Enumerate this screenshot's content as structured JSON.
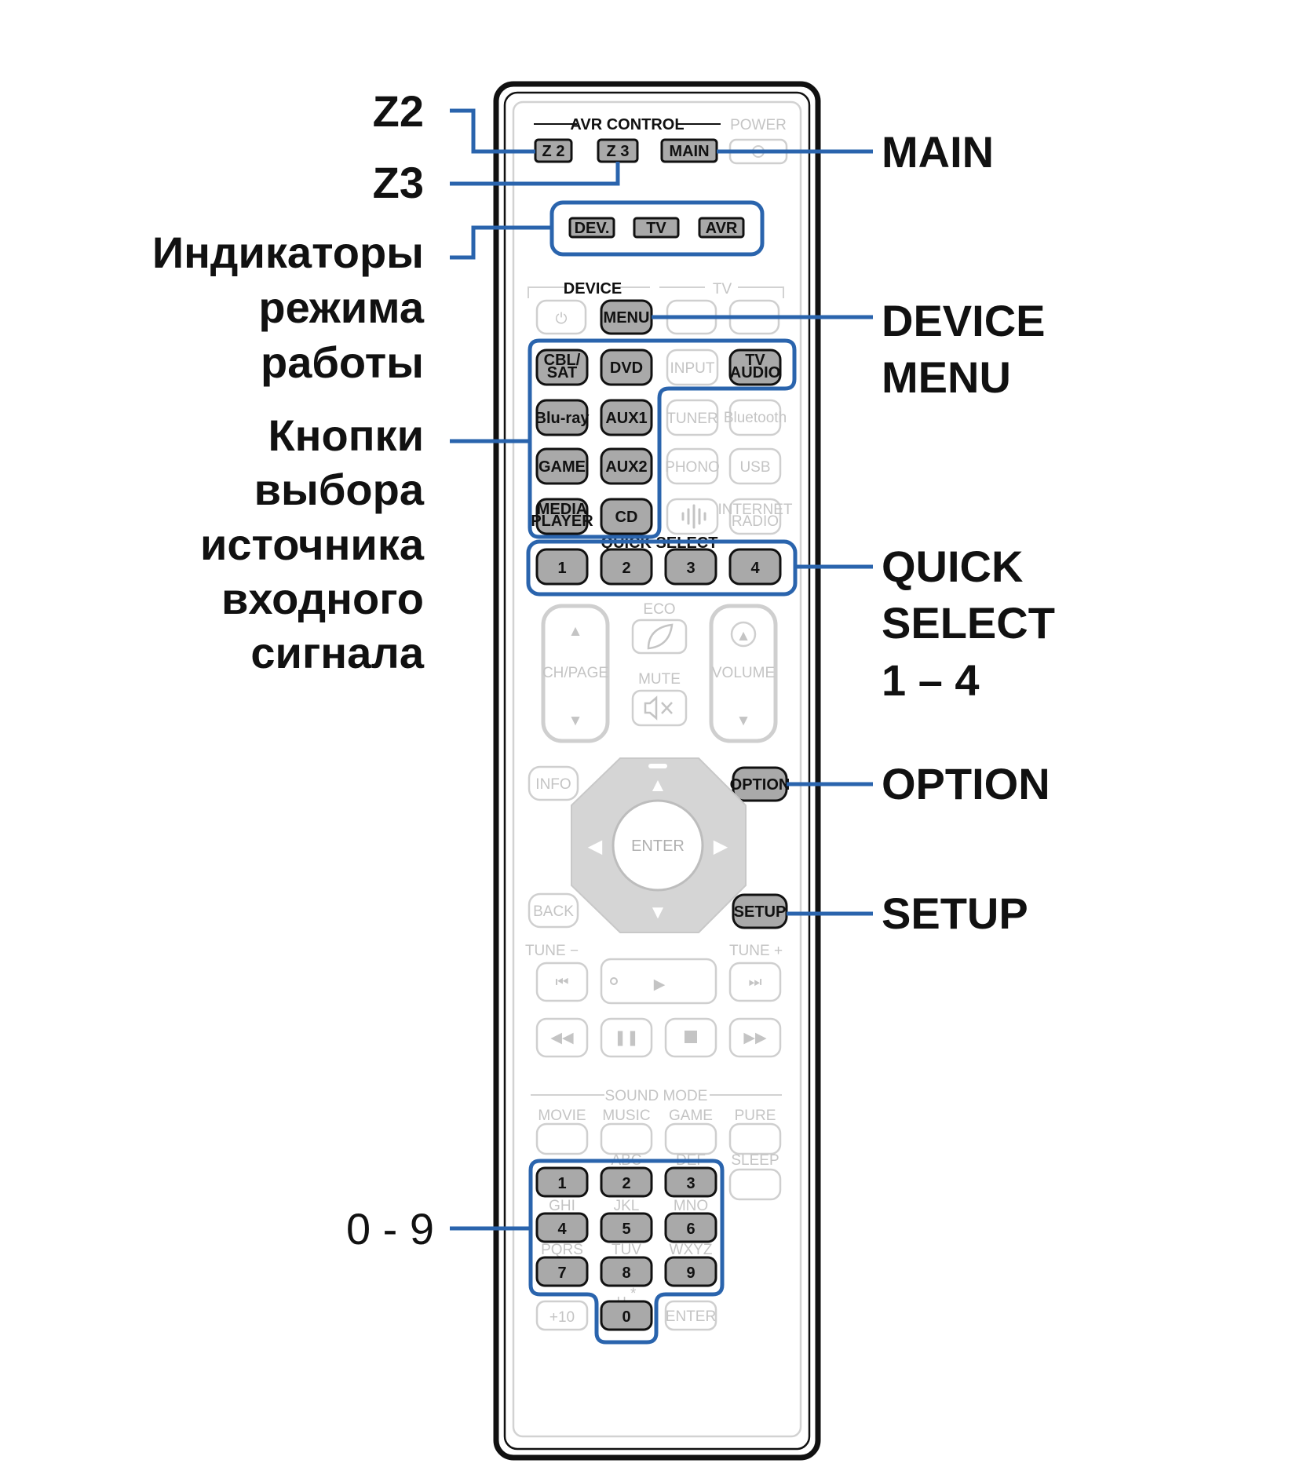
{
  "labels": {
    "left": {
      "z2": "Z2",
      "z3": "Z3",
      "indicators": [
        "Индикаторы",
        "режима",
        "работы"
      ],
      "source_buttons": [
        "Кнопки",
        "выбора",
        "источника",
        "входного",
        "сигнала"
      ],
      "numbers": "0 - 9"
    },
    "right": {
      "main": "MAIN",
      "device_menu": [
        "DEVICE",
        "MENU"
      ],
      "quick_select": [
        "QUICK",
        "SELECT",
        "1 – 4"
      ],
      "option": "OPTION",
      "setup": "SETUP"
    }
  },
  "remote": {
    "avr_control": "AVR CONTROL",
    "power": "POWER",
    "zone_buttons": [
      "Z 2",
      "Z 3",
      "MAIN"
    ],
    "mode_indicators": [
      "DEV.",
      "TV",
      "AVR"
    ],
    "device_section": "DEVICE",
    "tv_section": "TV",
    "power_icon": "⏻",
    "menu": "MENU",
    "source_row1": [
      "CBL/",
      "SAT",
      "DVD",
      "INPUT",
      "TV",
      "AUDIO"
    ],
    "source_row2": [
      "Blu-ray",
      "AUX1",
      "TUNER",
      "Bluetooth"
    ],
    "source_row3": [
      "GAME",
      "AUX2",
      "PHONO",
      "USB"
    ],
    "source_row4": [
      "MEDIA",
      "PLAYER",
      "CD",
      "INTERNET",
      "RADIO"
    ],
    "quick_select_title": "QUICK SELECT",
    "quick_select_buttons": [
      "1",
      "2",
      "3",
      "4"
    ],
    "ch_page": "CH/PAGE",
    "eco": "ECO",
    "mute": "MUTE",
    "volume": "VOLUME",
    "info": "INFO",
    "option": "OPTION",
    "enter": "ENTER",
    "back": "BACK",
    "setup": "SETUP",
    "tune_minus": "TUNE −",
    "tune_plus": "TUNE +",
    "sound_mode": "SOUND MODE",
    "sound_modes": [
      "MOVIE",
      "MUSIC",
      "GAME",
      "PURE"
    ],
    "sleep": "SLEEP",
    "keypad": [
      {
        "digit": "1",
        "letters": ""
      },
      {
        "digit": "2",
        "letters": "ABC"
      },
      {
        "digit": "3",
        "letters": "DEF"
      },
      {
        "digit": "4",
        "letters": "GHI"
      },
      {
        "digit": "5",
        "letters": "JKL"
      },
      {
        "digit": "6",
        "letters": "MNO"
      },
      {
        "digit": "7",
        "letters": "PQRS"
      },
      {
        "digit": "8",
        "letters": "TUV"
      },
      {
        "digit": "9",
        "letters": "WXYZ"
      },
      {
        "digit": "0",
        "letters": "␣ *"
      }
    ],
    "plus10": "+10",
    "enter_small": "ENTER"
  },
  "colors": {
    "callout": "#2a64ad",
    "dark_button": "#a9a9a9",
    "faint": "#c4c4c4"
  }
}
